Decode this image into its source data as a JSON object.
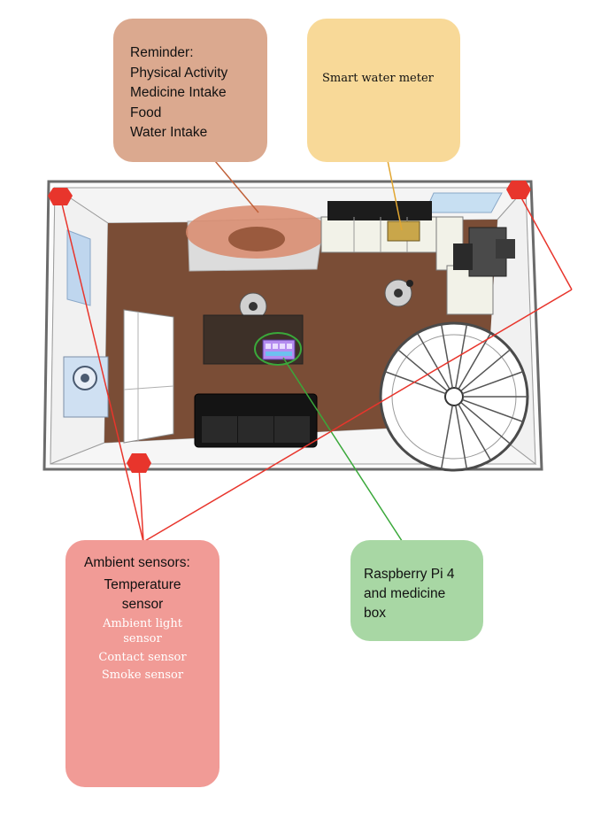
{
  "reminder": {
    "title": "Reminder:",
    "items": [
      "Physical Activity",
      "Medicine Intake",
      "Food",
      "Water Intake"
    ]
  },
  "water_meter": {
    "label": "Smart water meter"
  },
  "ambient": {
    "title": "Ambient sensors:",
    "temperature": [
      "Temperature",
      "sensor"
    ],
    "other_sensors": [
      "Ambient light",
      "sensor",
      "Contact sensor",
      "Smoke sensor"
    ]
  },
  "rpi": {
    "lines": [
      "Raspberry Pi 4",
      "and medicine",
      "box"
    ]
  },
  "colors": {
    "reminder_box": "#dba98f",
    "water_box": "#f8d998",
    "ambient_box": "#f19b96",
    "rpi_box": "#a8d7a4",
    "sensor_marker": "#e8352c",
    "floor": "#7a4d36"
  }
}
